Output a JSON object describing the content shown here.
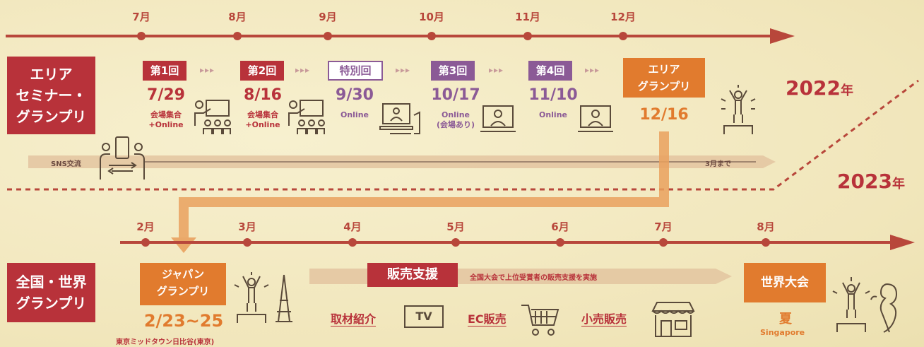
{
  "top": {
    "months": [
      "7月",
      "8月",
      "9月",
      "10月",
      "11月",
      "12月"
    ],
    "section_label": [
      "エリア",
      "セミナー・",
      "グランプリ"
    ],
    "events": [
      {
        "badge": "第1回",
        "date": "7/29",
        "note": [
          "会場集合",
          "+Online"
        ],
        "color": "red",
        "style": "red"
      },
      {
        "badge": "第2回",
        "date": "8/16",
        "note": [
          "会場集合",
          "+Online"
        ],
        "color": "red",
        "style": "red"
      },
      {
        "badge": "特別回",
        "date": "9/30",
        "note": [
          "Online"
        ],
        "color": "purple",
        "style": "outline"
      },
      {
        "badge": "第3回",
        "date": "10/17",
        "note": [
          "Online",
          "(会場あり)"
        ],
        "color": "purple",
        "style": "purple"
      },
      {
        "badge": "第4回",
        "date": "11/10",
        "note": [
          "Online"
        ],
        "color": "purple",
        "style": "purple"
      }
    ],
    "grandprix_badge": [
      "エリア",
      "グランプリ"
    ],
    "grandprix_date": "12/16",
    "sns_label": "SNS交流",
    "sns_end": "3月まで",
    "year": "2022",
    "year_suffix": "年",
    "chevrons": "▸▸▸"
  },
  "bottom": {
    "months": [
      "2月",
      "3月",
      "4月",
      "5月",
      "6月",
      "7月",
      "8月"
    ],
    "section_label": [
      "全国・世界",
      "グランプリ"
    ],
    "japan_badge": [
      "ジャパン",
      "グランプリ"
    ],
    "japan_date": "2/23~25",
    "japan_venue": "東京ミッドタウン日比谷(東京)",
    "sales_badge": "販売支援",
    "sales_note": "全国大会で上位受賞者の販売支援を実施",
    "sales_items": [
      "取材紹介",
      "EC販売",
      "小売販売"
    ],
    "tv_label": "TV",
    "world_badge": "世界大会",
    "world_season": "夏",
    "world_location": "Singapore",
    "year": "2023",
    "year_suffix": "年"
  },
  "colors": {
    "red": "#b8323a",
    "purple": "#8b5a96",
    "orange": "#e17b2e",
    "arrow": "#b8473b"
  }
}
